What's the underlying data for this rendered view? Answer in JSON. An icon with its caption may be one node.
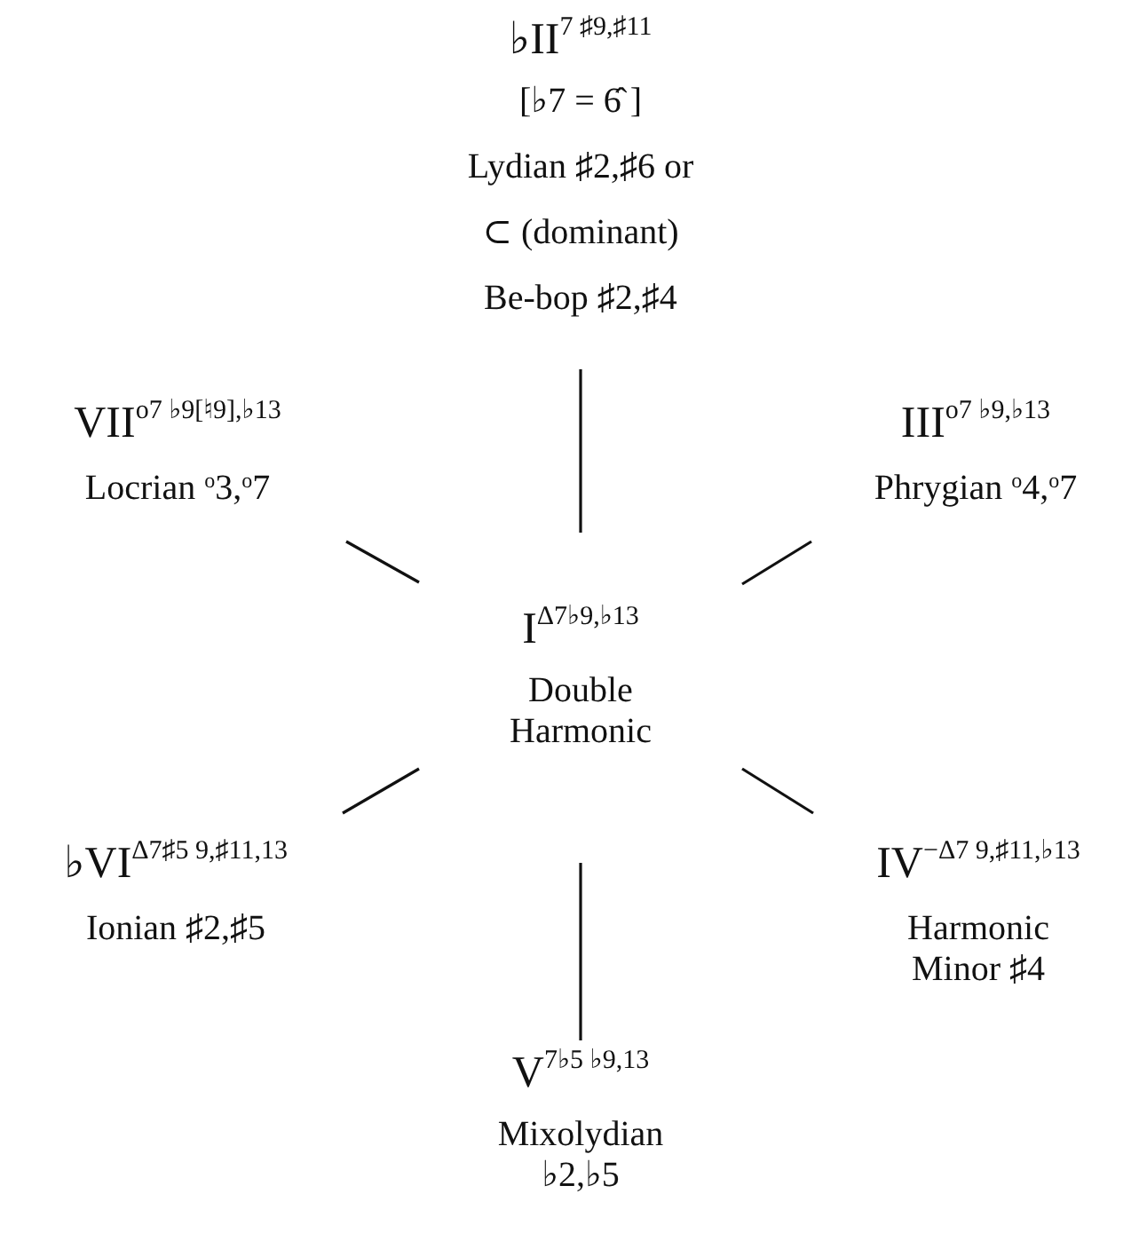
{
  "diagram": {
    "nodes": [
      {
        "text": [
          "♭II$^{7 ♯9,♯11}$",
          "[♭7 = 6̂ ]",
          "Lydian ♯2,♯6 or",
          "⊂ (dominant)",
          "Be-bop ♯2,♯4"
        ]
      },
      {
        "text": [
          "VII$^{o7 ♭9[♮9],♭13}$",
          "Locrian $^{o}$3,$^{o}$7"
        ]
      },
      {
        "text": [
          "III$^{o7 ♭9,♭13}$",
          "Phrygian $^{o}$4,$^{o}$7"
        ]
      },
      {
        "text": [
          "I$^{Δ7♭9,♭13}$",
          "Double Harmonic"
        ]
      },
      {
        "text": [
          "♭VI$^{Δ7♯5 9,♯11,13}$",
          "Ionian ♯2,♯5"
        ]
      },
      {
        "text": [
          "IV$^{−Δ7 9,♯11,♭13}$",
          "Harmonic Minor ♯4"
        ]
      },
      {
        "text": [
          "V$^{7♭5 ♭9,13}$",
          "Mixolydian ♭2,♭5"
        ]
      }
    ],
    "edges": [
      {
        "from": 3,
        "to": 0,
        "arrow": "none"
      },
      {
        "from": 3,
        "to": 1,
        "arrow": "none"
      },
      {
        "from": 3,
        "to": 2,
        "arrow": "none"
      },
      {
        "from": 3,
        "to": 4,
        "arrow": "none"
      },
      {
        "from": 3,
        "to": 5,
        "arrow": "none"
      },
      {
        "from": 3,
        "to": 6,
        "arrow": "none"
      }
    ]
  }
}
